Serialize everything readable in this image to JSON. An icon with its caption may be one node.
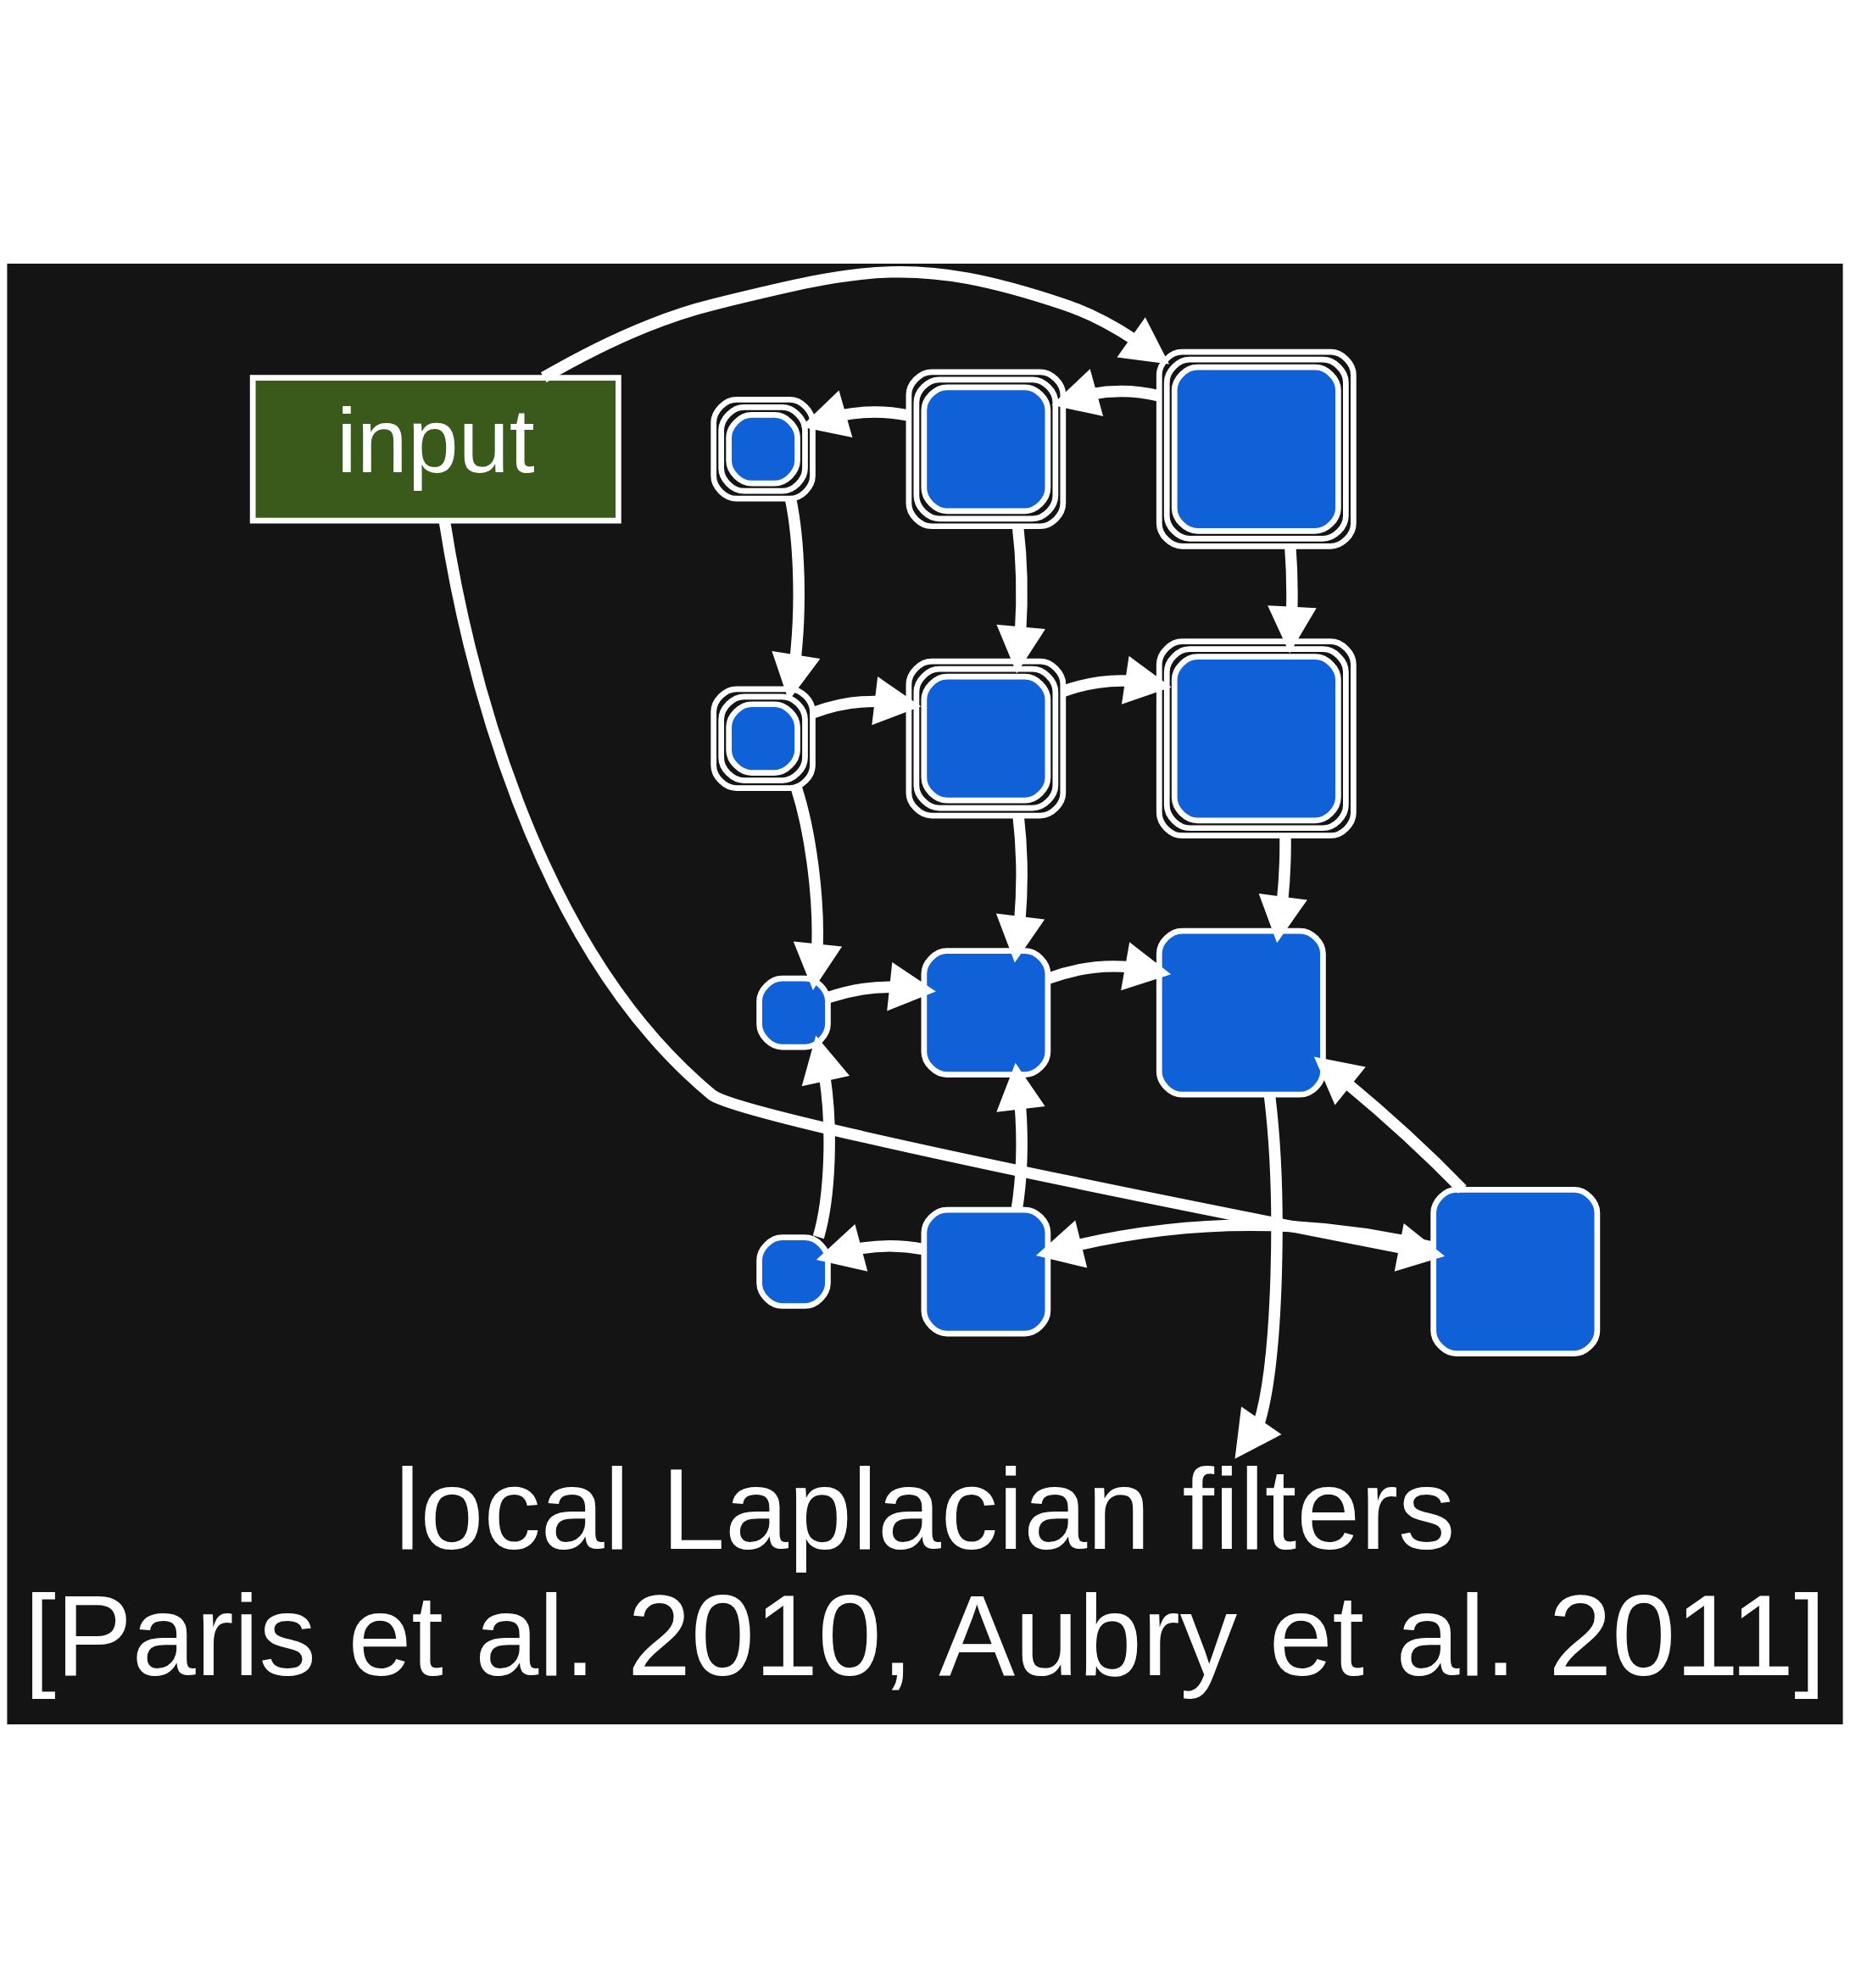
{
  "diagram": {
    "title": "local Laplacian filters",
    "caption": "[Paris et al. 2010, Aubry et al. 2011]",
    "nodes": [
      {
        "text": [
          "input"
        ]
      },
      {
        "text": [],
        "shape": "stack"
      },
      {
        "text": [],
        "shape": "stack"
      },
      {
        "text": [],
        "shape": "stack"
      },
      {
        "text": [],
        "shape": "stack"
      },
      {
        "text": [],
        "shape": "stack"
      },
      {
        "text": [],
        "shape": "stack"
      },
      {
        "text": [],
        "shape": "box"
      },
      {
        "text": [],
        "shape": "box"
      },
      {
        "text": [],
        "shape": "box"
      },
      {
        "text": [],
        "shape": "box"
      },
      {
        "text": [],
        "shape": "box"
      },
      {
        "text": [],
        "shape": "box"
      }
    ],
    "edges": [
      {
        "from": 0,
        "to": 3,
        "arrow": "to"
      },
      {
        "from": 0,
        "to": 12,
        "arrow": "to"
      },
      {
        "from": 3,
        "to": 2,
        "arrow": "to"
      },
      {
        "from": 2,
        "to": 1,
        "arrow": "to"
      },
      {
        "from": 1,
        "to": 4,
        "arrow": "to"
      },
      {
        "from": 2,
        "to": 5,
        "arrow": "to"
      },
      {
        "from": 3,
        "to": 6,
        "arrow": "to"
      },
      {
        "from": 4,
        "to": 5,
        "arrow": "to"
      },
      {
        "from": 5,
        "to": 6,
        "arrow": "to"
      },
      {
        "from": 4,
        "to": 7,
        "arrow": "to"
      },
      {
        "from": 5,
        "to": 8,
        "arrow": "to"
      },
      {
        "from": 6,
        "to": 9,
        "arrow": "to"
      },
      {
        "from": 7,
        "to": 8,
        "arrow": "to"
      },
      {
        "from": 8,
        "to": 9,
        "arrow": "to"
      },
      {
        "from": 10,
        "to": 7,
        "arrow": "to"
      },
      {
        "from": 11,
        "to": 8,
        "arrow": "to"
      },
      {
        "from": 12,
        "to": 9,
        "arrow": "to"
      },
      {
        "from": 12,
        "to": 11,
        "arrow": "to"
      },
      {
        "from": 11,
        "to": 10,
        "arrow": "to"
      },
      {
        "from": 9,
        "to": null,
        "arrow": "to"
      }
    ]
  }
}
